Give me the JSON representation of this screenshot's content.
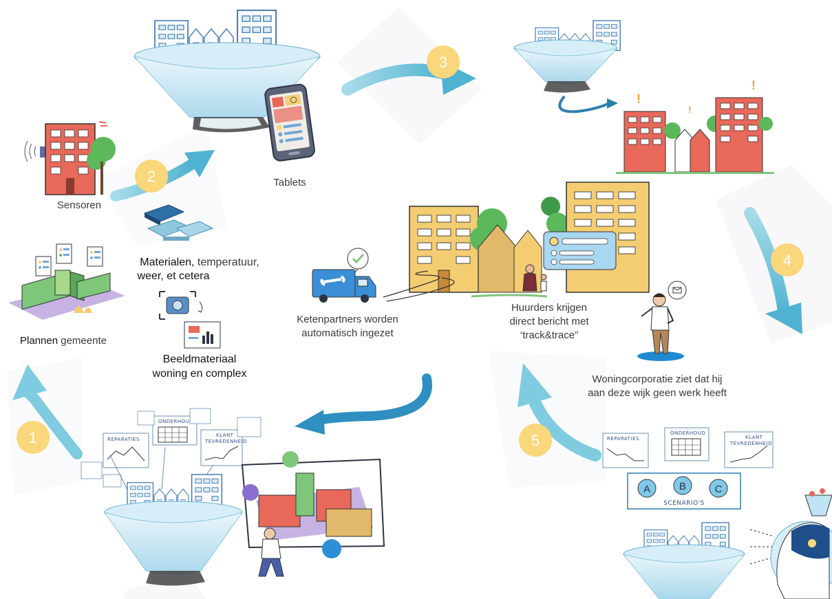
{
  "steps": [
    "1",
    "2",
    "3",
    "4",
    "5"
  ],
  "labels": {
    "sensors": "Sensoren",
    "tablets": "Tablets",
    "plans_bold": "Plannen",
    "plans_rest": " gemeente",
    "materials_bold": "Materialen,",
    "materials_rest": " temperatuur,",
    "materials_line2": "weer, et cetera",
    "images_line1": "Beeldmateriaal",
    "images_line2": "woning en complex",
    "chain_line1": "Ketenpartners worden",
    "chain_line2": "automatisch ingezet",
    "tenants_line1": "Huurders krijgen",
    "tenants_line2": "direct bericht met",
    "tenants_line3": "‘track&trace”",
    "corp_line1": "Woningcorporatie ziet dat hij",
    "corp_line2": "aan deze wijk geen werk heeft"
  },
  "dashboard_cards": {
    "repairs": "REPARATIES",
    "maintenance": "ONDERHOUD",
    "satisfaction_line1": "KLANT",
    "satisfaction_line2": "TEVREDENHEID",
    "scenarios": "SCENARIO'S",
    "scenario_a": "A",
    "scenario_b": "B",
    "scenario_c": "C"
  },
  "colors": {
    "arrow": "#6fbfd8",
    "badge": "#fbd77b",
    "funnel": "#bfe3f2",
    "building_red": "#e8685a",
    "building_yellow": "#f4cd72",
    "building_blue_line": "#4a7fb8",
    "tree_green": "#5bb85b",
    "purple_ground": "#c6b3e3"
  }
}
